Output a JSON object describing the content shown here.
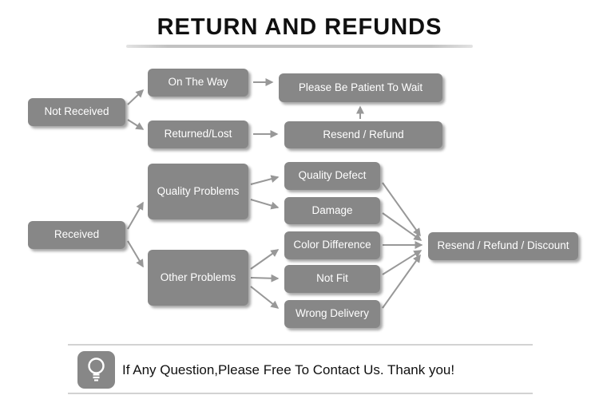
{
  "title": "RETURN AND REFUNDS",
  "nodes": {
    "not_received": "Not Received",
    "on_the_way": "On The Way",
    "please_wait": "Please Be Patient To Wait",
    "returned_lost": "Returned/Lost",
    "resend_refund": "Resend / Refund",
    "received": "Received",
    "quality_problems": "Quality Problems",
    "other_problems": "Other Problems",
    "quality_defect": "Quality Defect",
    "damage": "Damage",
    "color_difference": "Color Difference",
    "not_fit": "Not Fit",
    "wrong_delivery": "Wrong Delivery",
    "resend_refund_discount": "Resend / Refund / Discount"
  },
  "edges": [
    {
      "from": "not_received",
      "to": "on_the_way"
    },
    {
      "from": "not_received",
      "to": "returned_lost"
    },
    {
      "from": "on_the_way",
      "to": "please_wait"
    },
    {
      "from": "returned_lost",
      "to": "resend_refund"
    },
    {
      "from": "resend_refund",
      "to": "please_wait"
    },
    {
      "from": "received",
      "to": "quality_problems"
    },
    {
      "from": "received",
      "to": "other_problems"
    },
    {
      "from": "quality_problems",
      "to": "quality_defect"
    },
    {
      "from": "quality_problems",
      "to": "damage"
    },
    {
      "from": "other_problems",
      "to": "color_difference"
    },
    {
      "from": "other_problems",
      "to": "not_fit"
    },
    {
      "from": "other_problems",
      "to": "wrong_delivery"
    },
    {
      "from": "quality_defect",
      "to": "resend_refund_discount"
    },
    {
      "from": "damage",
      "to": "resend_refund_discount"
    },
    {
      "from": "color_difference",
      "to": "resend_refund_discount"
    },
    {
      "from": "not_fit",
      "to": "resend_refund_discount"
    },
    {
      "from": "wrong_delivery",
      "to": "resend_refund_discount"
    }
  ],
  "footer": {
    "message": "If Any Question,Please Free To Contact Us. Thank you!",
    "icon": "lightbulb-icon"
  },
  "colors": {
    "box_gray": "#878787",
    "arrow_gray": "#989898",
    "box_text": "#ffffff",
    "divider_gray": "#d2d2d2"
  }
}
